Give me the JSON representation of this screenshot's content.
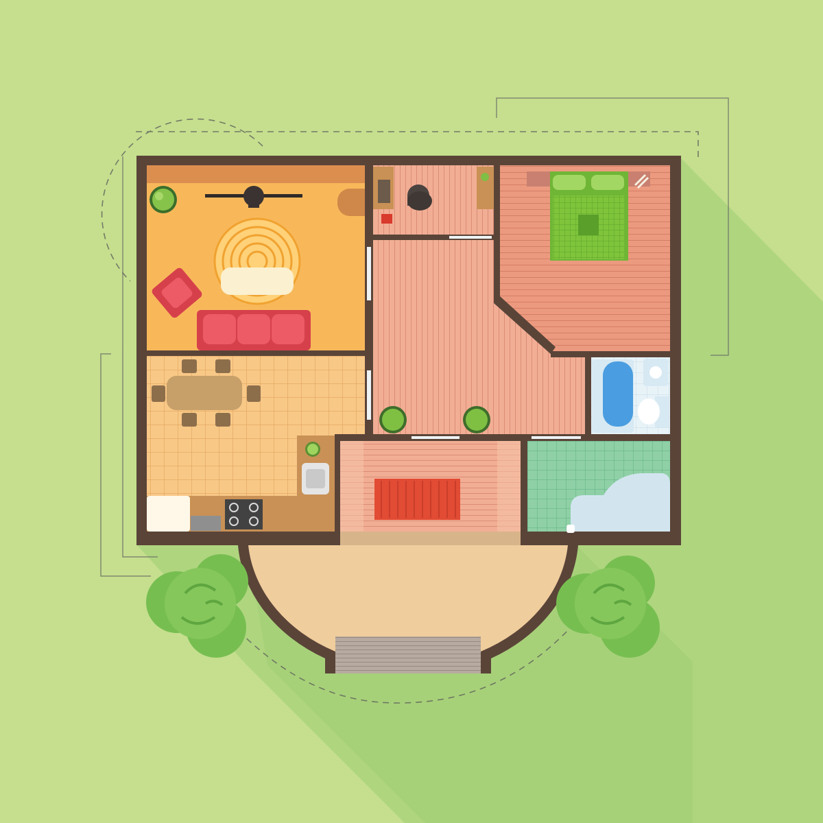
{
  "palette": {
    "lawn": "#c5df8e",
    "shadow": "#a9d27a",
    "wall": "#5a4438",
    "living_floor": "#f8b85a",
    "kitchen_floor": "#f8c887",
    "hall_floor": "#f2ae95",
    "bedroom_floor": "#ec9a7f",
    "bath_floor": "#e8f3f8",
    "garage_floor": "#8fd0a6",
    "porch_floor": "#f0cd9d",
    "sofa": "#e94e5a",
    "tree": "#82c45a",
    "bedspread": "#7fc43b",
    "tub": "#4a9de0",
    "car": "#cfe3ee",
    "rug_red": "#e24b34"
  },
  "rooms": [
    {
      "id": "living-room",
      "floor": "wood"
    },
    {
      "id": "kitchen-dining",
      "floor": "tile"
    },
    {
      "id": "study",
      "floor": "wood"
    },
    {
      "id": "hallway",
      "floor": "wood"
    },
    {
      "id": "bedroom",
      "floor": "wood"
    },
    {
      "id": "bathroom",
      "floor": "tile"
    },
    {
      "id": "entry",
      "floor": "wood"
    },
    {
      "id": "garage",
      "floor": "tile"
    },
    {
      "id": "porch",
      "floor": "paving"
    }
  ],
  "icons": [
    "potted-plant-icon",
    "sofa-icon",
    "armchair-icon",
    "tv-icon",
    "rug-icon",
    "dining-table-icon",
    "stove-icon",
    "sink-icon",
    "fridge-icon",
    "desk-icon",
    "office-chair-icon",
    "bed-icon",
    "bathtub-icon",
    "toilet-icon",
    "car-icon",
    "doormat-icon",
    "stairs-icon",
    "tree-icon"
  ]
}
